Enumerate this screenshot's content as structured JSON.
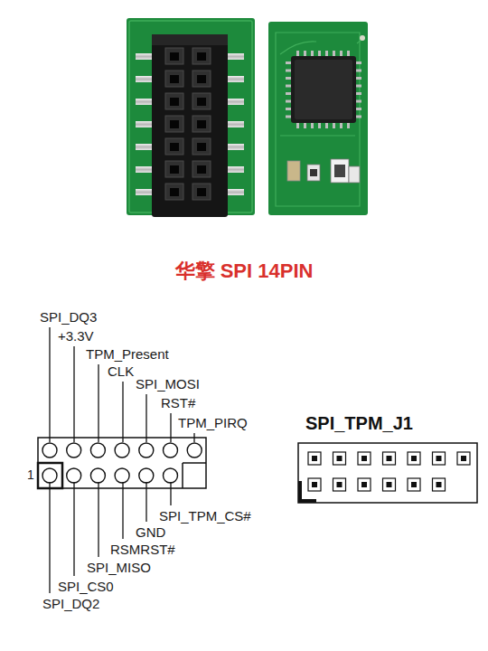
{
  "diagram": {
    "title": "华擎 SPI 14PIN",
    "labels": [
      "SPI_DQ3",
      "+3.3V",
      "TPM_Present",
      "CLK",
      "SPI_MOSI",
      "RST#",
      "TPM_PIRQ",
      "1",
      "SPI_TPM_CS#",
      "GND",
      "RSMRST#",
      "SPI_MISO",
      "SPI_CS0",
      "SPI_DQ2",
      "SPI_TPM_J1"
    ]
  }
}
